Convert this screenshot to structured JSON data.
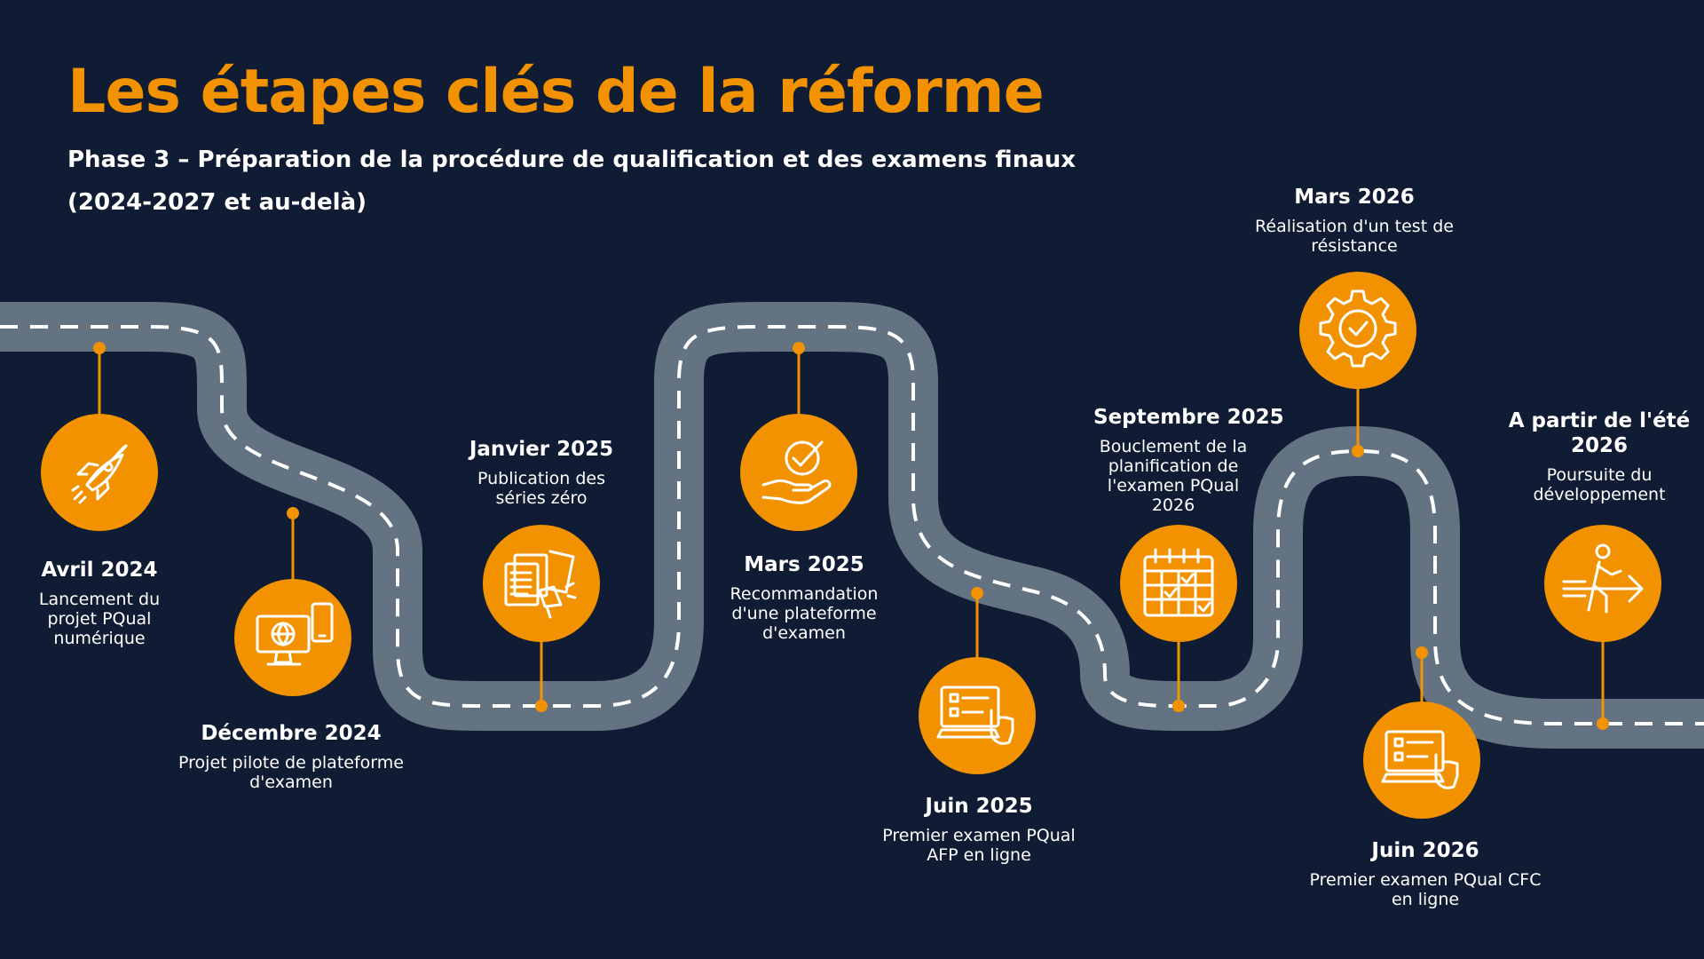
{
  "header": {
    "title": "Les étapes clés de la réforme",
    "subtitle": "Phase 3 – Préparation de la procédure de qualification et des examens finaux (2024-2027 et au-delà)"
  },
  "colors": {
    "background": "#0f1c33",
    "accent": "#f39200",
    "road": "#647381",
    "road_marking": "#ffffff"
  },
  "milestones": [
    {
      "date": "Avril 2024",
      "description": "Lancement du projet PQual numérique",
      "icon": "rocket-icon"
    },
    {
      "date": "Décembre 2024",
      "description": "Projet pilote de plateforme d'examen",
      "icon": "computer-globe-icon"
    },
    {
      "date": "Janvier 2025",
      "description": "Publication des séries zéro",
      "icon": "documents-megaphone-icon"
    },
    {
      "date": "Mars 2025",
      "description": "Recommandation d'une plateforme d'examen",
      "icon": "hand-check-icon"
    },
    {
      "date": "Juin 2025",
      "description": "Premier examen PQual AFP en ligne",
      "icon": "tablet-checklist-icon"
    },
    {
      "date": "Septembre 2025",
      "description": "Bouclement de la planification de l'examen PQual 2026",
      "icon": "calendar-check-icon"
    },
    {
      "date": "Mars 2026",
      "description": "Réalisation d'un test de résistance",
      "icon": "gear-check-icon"
    },
    {
      "date": "Juin 2026",
      "description": "Premier examen PQual CFC en ligne",
      "icon": "tablet-checklist-icon"
    },
    {
      "date": "A partir de l'été 2026",
      "description": "Poursuite du développement",
      "icon": "person-arrow-icon"
    }
  ]
}
